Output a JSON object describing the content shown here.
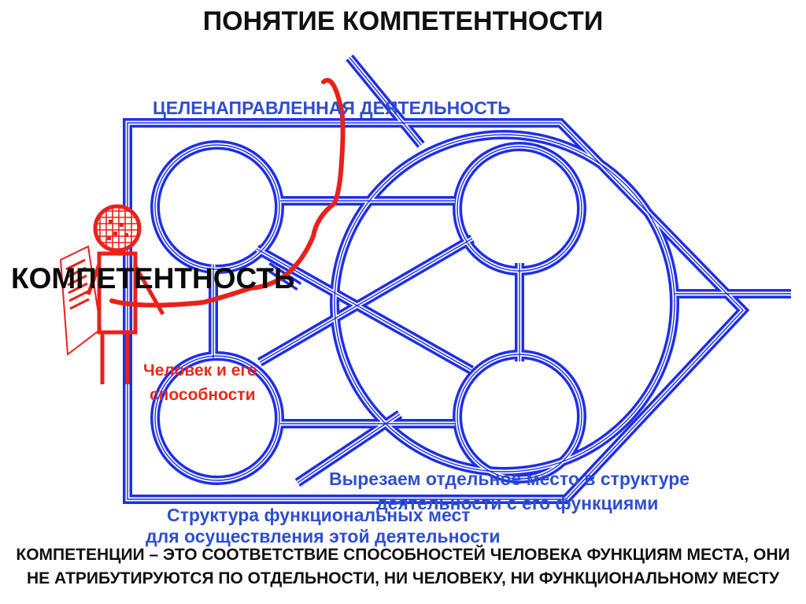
{
  "title": "ПОНЯТИЕ КОМПЕТЕНТНОСТИ",
  "labels": {
    "activity": "ЦЕЛЕНАПРАВЛЕННАЯ ДЕЯТЕЛЬНОСТЬ",
    "competence": "КОМПЕТЕНТНОСТЬ",
    "person_line1": "Человек и его",
    "person_line2": "способности",
    "cutout_line1": "Вырезаем отдельное место в структуре",
    "cutout_line2": "деятельности с его функциями",
    "structure_line1": "Структура функциональных мест",
    "structure_line2": "для осуществления этой деятельности"
  },
  "definition": {
    "line1": "КОМПЕТЕНЦИИ – ЭТО СООТВЕТСТВИЕ СПОСОБНОСТЕЙ ЧЕЛОВЕКА ФУНКЦИЯМ МЕСТА, ОНИ",
    "line2": "НЕ АТРИБУТИРУЮТСЯ  ПО ОТДЕЛЬНОСТИ, НИ ЧЕЛОВЕКУ, НИ ФУНКЦИОНАЛЬНОМУ МЕСТУ"
  },
  "colors": {
    "pipe": "#1f2fe6",
    "person": "#e8221a",
    "blue_text": "#2f4fcf",
    "black_text": "#111111"
  }
}
